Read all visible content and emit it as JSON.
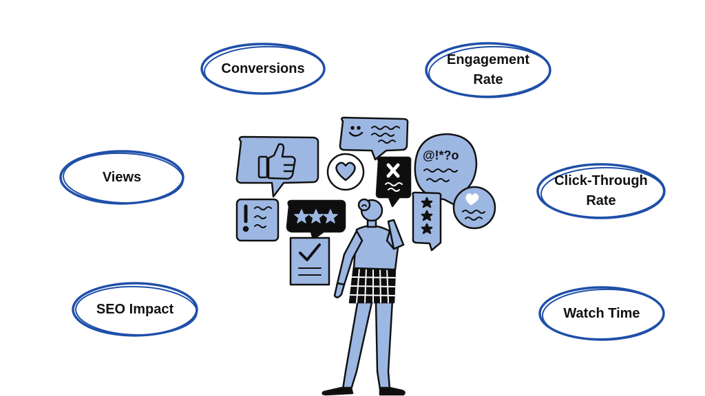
{
  "metrics": {
    "conversions": "Conversions",
    "engagement_rate_line1": "Engagement",
    "engagement_rate_line2": "Rate",
    "views": "Views",
    "click_through_line1": "Click-Through",
    "click_through_line2": "Rate",
    "seo_impact": "SEO Impact",
    "watch_time": "Watch Time"
  },
  "illustration": {
    "bubble_symbols_text": "@!*?o",
    "icons": [
      "thumbs-up-icon",
      "heart-icon",
      "x-icon",
      "exclamation-icon",
      "three-stars-icon",
      "checkmark-icon",
      "vertical-stars-icon",
      "smiley-icon"
    ]
  },
  "colors": {
    "ring": "#1f4fa8",
    "bubble_fill": "#9db7e3",
    "dark_fill": "#0e0e0e",
    "outline": "#111111",
    "background": "#ffffff"
  }
}
